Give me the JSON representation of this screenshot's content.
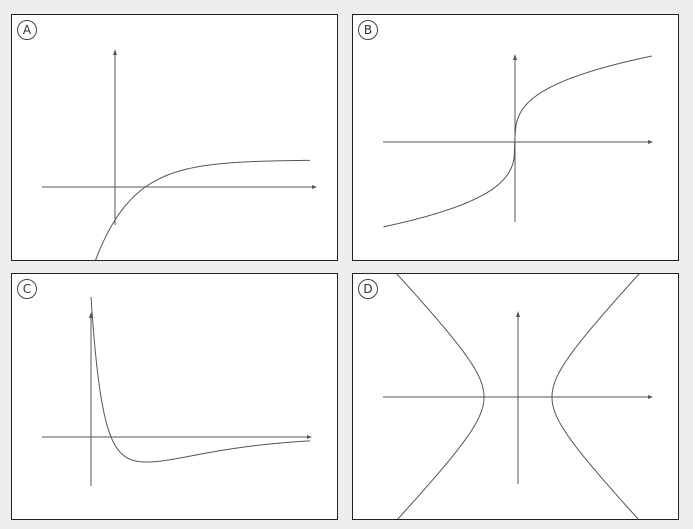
{
  "panels": [
    {
      "label": "A",
      "graph": "decaying-curve-approaching-horizontal-asymptote"
    },
    {
      "label": "B",
      "graph": "cube-root-curve"
    },
    {
      "label": "C",
      "graph": "curve-with-minimum-below-axis-then-approaching-zero"
    },
    {
      "label": "D",
      "graph": "hyperbola-opening-left-and-right"
    }
  ],
  "colors": {
    "axis": "#555555",
    "curve": "#555555",
    "border": "#222222",
    "background": "#eeeeee"
  }
}
